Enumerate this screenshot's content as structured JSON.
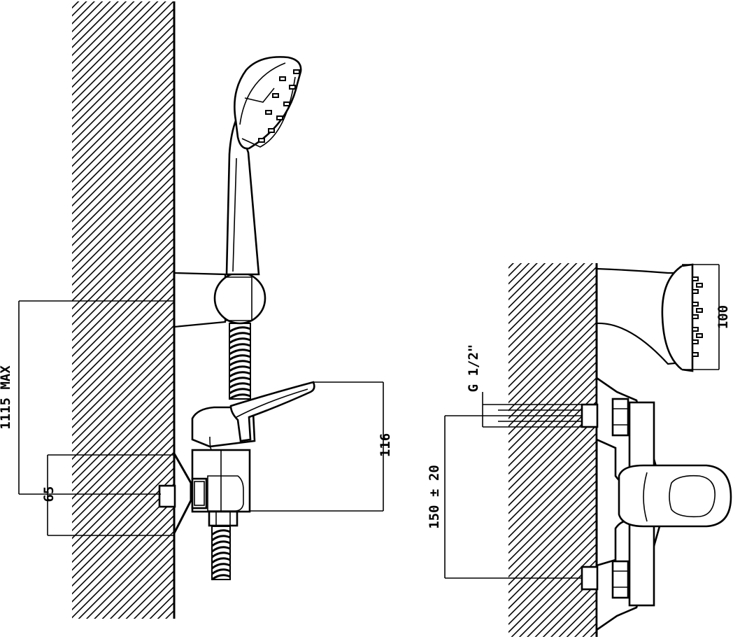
{
  "labels": {
    "max_height": "1115 MAX",
    "wall_offset": "65",
    "handle_height": "116",
    "thread": "G 1/2\"",
    "centers": "150 ± 20",
    "head_diameter": "100"
  },
  "colors": {
    "line": "#000000",
    "background": "#ffffff"
  }
}
